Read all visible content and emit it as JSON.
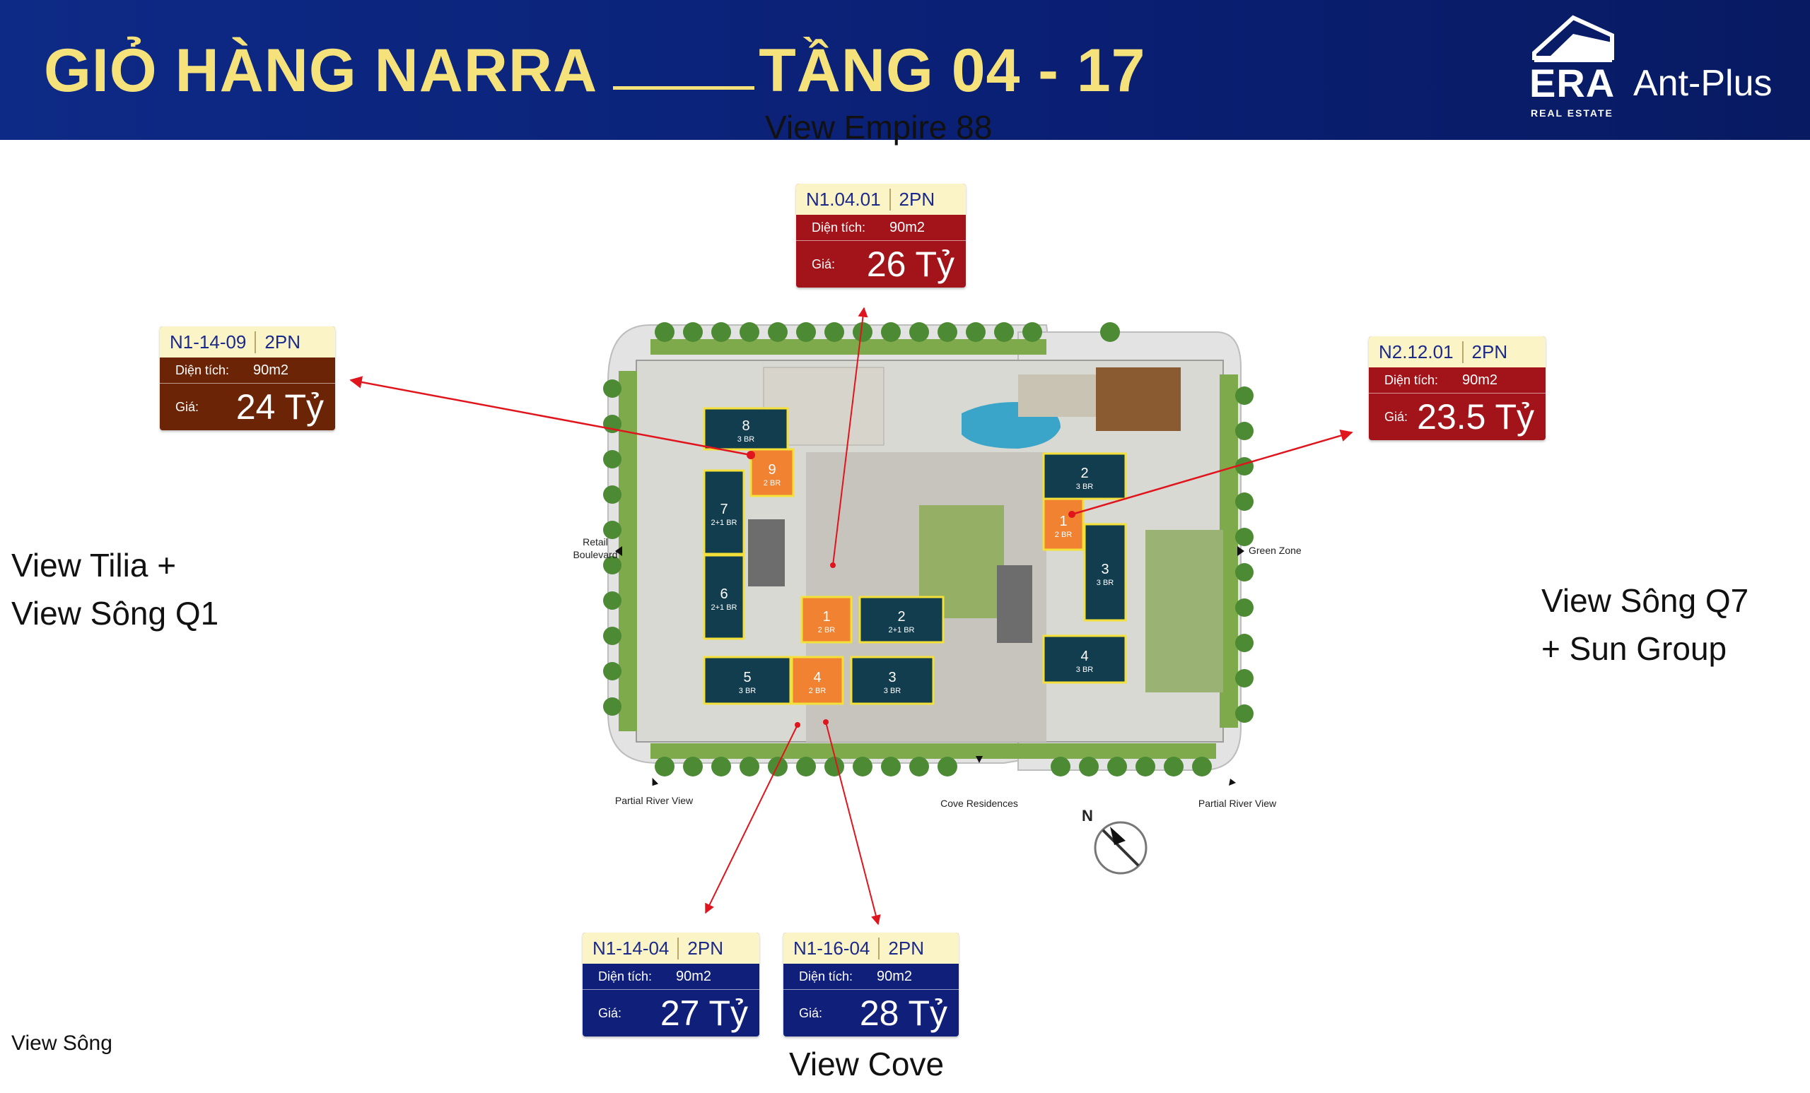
{
  "header": {
    "title_left": "GIỎ HÀNG NARRA",
    "title_right": "TẦNG 04 - 17",
    "brand": "ERA",
    "brand_sub": "REAL ESTATE",
    "partner": "Ant-Plus"
  },
  "views": {
    "top": "View Empire 88",
    "left_line1": "View Tilia +",
    "left_line2": "View Sông Q1",
    "right_line1": "View Sông Q7",
    "right_line2": "+ Sun Group",
    "bottom": "View Cove",
    "footer_note": "View Sông"
  },
  "cards": {
    "empire": {
      "code": "N1.04.01",
      "bedrooms": "2PN",
      "area_label": "Diện tích:",
      "area": "90m2",
      "price_label": "Giá:",
      "price": "26 Tỷ"
    },
    "tilia": {
      "code": "N1-14-09",
      "bedrooms": "2PN",
      "area_label": "Diện tích:",
      "area": "90m2",
      "price_label": "Giá:",
      "price": "24 Tỷ"
    },
    "q7": {
      "code": "N2.12.01",
      "bedrooms": "2PN",
      "area_label": "Diện tích:",
      "area": "90m2",
      "price_label": "Giá:",
      "price": "23.5 Tỷ"
    },
    "cove1": {
      "code": "N1-14-04",
      "bedrooms": "2PN",
      "area_label": "Diện tích:",
      "area": "90m2",
      "price_label": "Giá:",
      "price": "27 Tỷ"
    },
    "cove2": {
      "code": "N1-16-04",
      "bedrooms": "2PN",
      "area_label": "Diện tích:",
      "area": "90m2",
      "price_label": "Giá:",
      "price": "28 Tỷ"
    }
  },
  "map": {
    "labels": {
      "retail": "Retail\nBoulevard",
      "green_zone": "Green Zone",
      "partial_left": "Partial River View",
      "cove_res": "Cove Residences",
      "partial_right": "Partial River View",
      "north": "N"
    },
    "units_n1": [
      {
        "num": "8",
        "type": "3 BR"
      },
      {
        "num": "9",
        "type": "2 BR"
      },
      {
        "num": "7",
        "type": "2+1 BR"
      },
      {
        "num": "6",
        "type": "2+1 BR"
      },
      {
        "num": "1",
        "type": "2 BR"
      },
      {
        "num": "2",
        "type": "2+1 BR"
      },
      {
        "num": "5",
        "type": "3 BR"
      },
      {
        "num": "4",
        "type": "2 BR"
      },
      {
        "num": "3",
        "type": "3 BR"
      }
    ],
    "units_n2": [
      {
        "num": "2",
        "type": "3 BR"
      },
      {
        "num": "1",
        "type": "2 BR"
      },
      {
        "num": "3",
        "type": "3 BR"
      },
      {
        "num": "4",
        "type": "3 BR"
      }
    ]
  },
  "colors": {
    "header_bg": "#0c2680",
    "title_yellow": "#f6e27a",
    "unit_navy": "#123d4f",
    "unit_orange": "#f08232",
    "unit_border": "#f3e13a",
    "arrow_red": "#e0141c",
    "card_red": "#a3141a",
    "card_brown": "#6b2406",
    "card_blue": "#101f7a"
  }
}
